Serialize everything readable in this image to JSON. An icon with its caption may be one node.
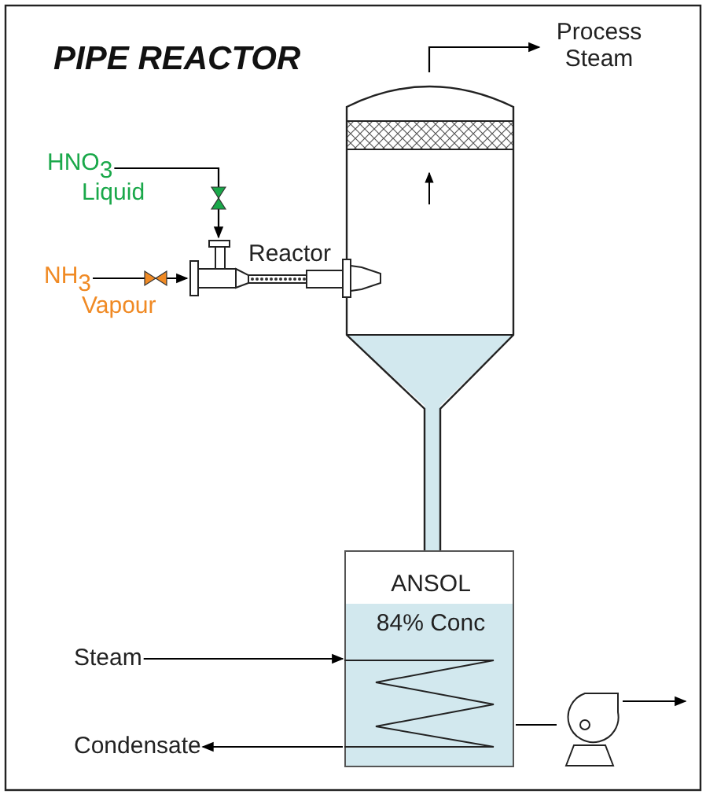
{
  "diagram": {
    "title": "PIPE REACTOR",
    "nodes": [
      {
        "text": [
          "Process Steam"
        ]
      },
      {
        "text": [],
        "shape": "cylinder"
      },
      {
        "text": [
          "HNO$_{3}$",
          "Liquid"
        ]
      },
      {
        "text": [
          "NH$_{3}$",
          "Vapour"
        ]
      },
      {
        "text": [
          "Reactor"
        ]
      },
      {
        "text": [
          "ANSOL",
          "84% Conc"
        ]
      },
      {
        "text": [
          "Steam"
        ]
      },
      {
        "text": [
          "Condensate"
        ]
      },
      {
        "text": [],
        "shape": "pump"
      }
    ],
    "edges": [
      {
        "from": 1,
        "to": 0,
        "arrow": "to"
      },
      {
        "from": 2,
        "to": 4,
        "arrow": "to"
      },
      {
        "from": 3,
        "to": 4,
        "arrow": "to"
      },
      {
        "from": 6,
        "to": 5,
        "arrow": "to"
      },
      {
        "from": 5,
        "to": 7,
        "arrow": "to"
      },
      {
        "from": 5,
        "to": 8,
        "arrow": "none"
      },
      {
        "from": 8,
        "to": null,
        "arrow": "to"
      }
    ]
  }
}
